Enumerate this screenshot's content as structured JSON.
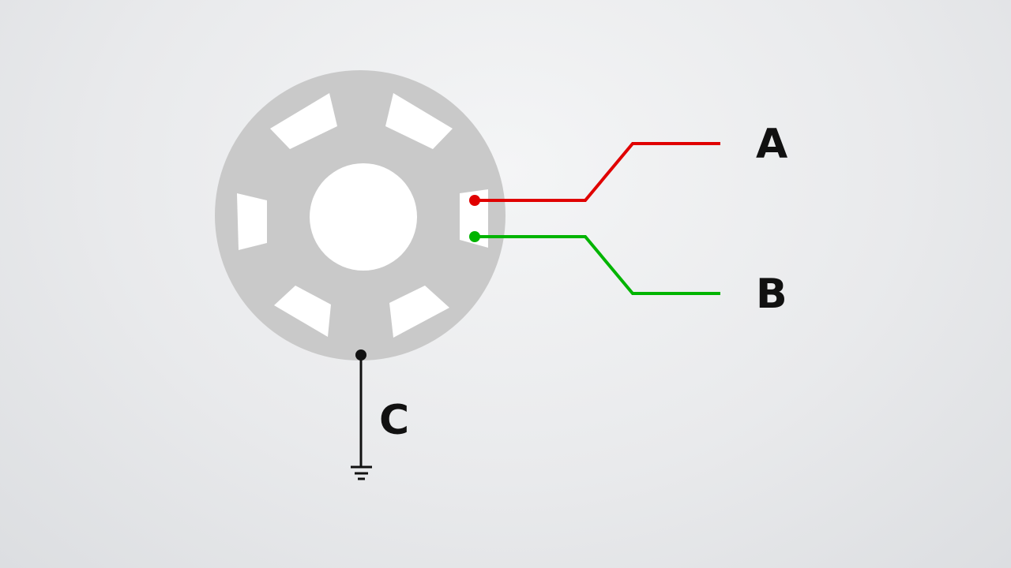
{
  "colors": {
    "disc": "#c9c9c9",
    "slot": "#ffffff",
    "wire_a": "#e00000",
    "wire_b": "#00b400",
    "wire_c": "#111111",
    "label": "#111111"
  },
  "terminals": {
    "a": {
      "label": "A"
    },
    "b": {
      "label": "B"
    },
    "c": {
      "label": "C"
    }
  }
}
